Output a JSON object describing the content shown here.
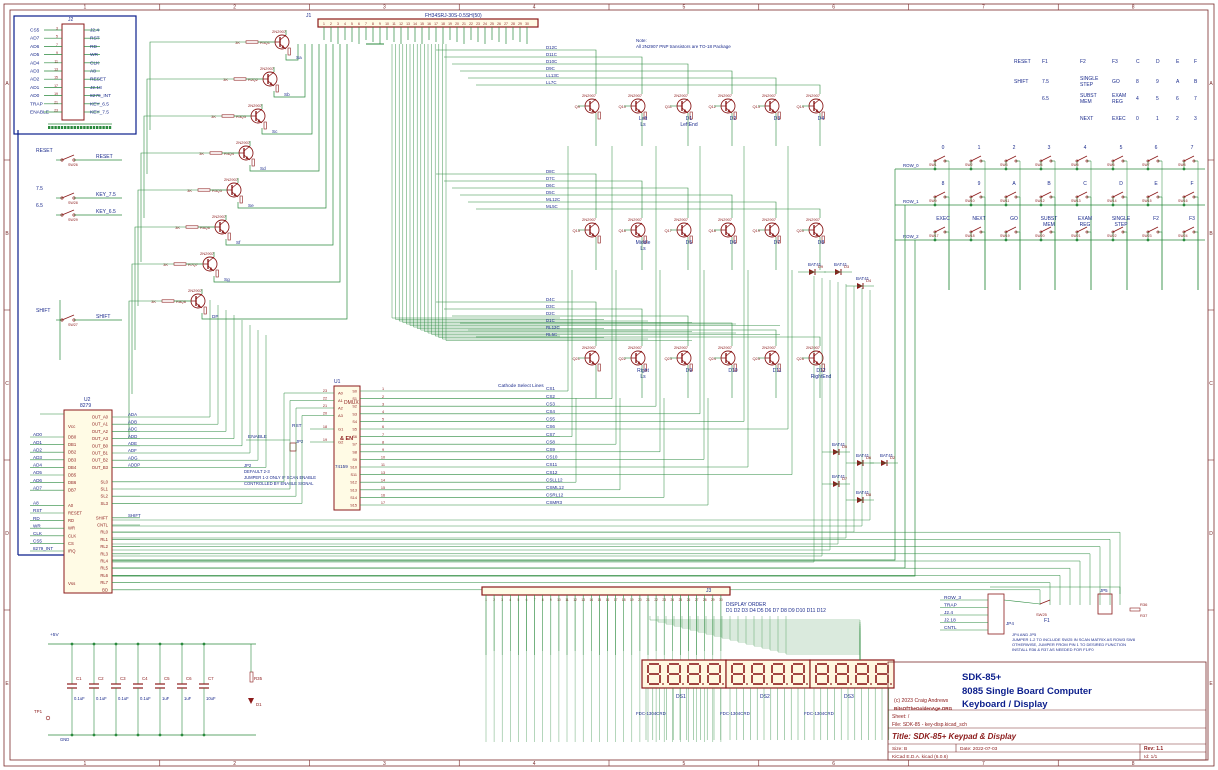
{
  "frame": {
    "cols": [
      "1",
      "2",
      "3",
      "4",
      "5",
      "6",
      "7",
      "8"
    ],
    "rows": [
      "A",
      "B",
      "C",
      "D",
      "E"
    ]
  },
  "connector_j1": {
    "ref": "J1",
    "part": "FH34SRJ-30S-0.5SH(50)"
  },
  "connector_j2": {
    "ref": "J2"
  },
  "connector_j3": {
    "ref": "J3"
  },
  "j2_left": [
    "CS5",
    "AD7",
    "AD6",
    "AD5",
    "AD4",
    "AD3",
    "AD2",
    "AD1",
    "AD0",
    "TRAP",
    "ENABLE"
  ],
  "j2_right": [
    "J2.4",
    "RST",
    "RD",
    "WR",
    "CLK",
    "A8",
    "RESET",
    "J2.18",
    "8279_INT",
    "KEY_6.5",
    "KEY_7.5"
  ],
  "note_title": "Note:",
  "note_text": "All 2N2907 PNP transistors are TO-18 Package",
  "key_legend": [
    [
      "RESET",
      "F1",
      "F2",
      "F3",
      "C",
      "D",
      "E",
      "F"
    ],
    [
      "SHIFT",
      "7.5",
      "SINGLE STEP",
      "GO",
      "8",
      "9",
      "A",
      "B"
    ],
    [
      "",
      "6.5",
      "SUBST MEM",
      "EXAM REG",
      "4",
      "5",
      "6",
      "7"
    ],
    [
      "",
      "",
      "NEXT",
      "EXEC",
      "0",
      "1",
      "2",
      "3"
    ]
  ],
  "keypad_rows": [
    {
      "net": "ROW_0",
      "keys": [
        "0",
        "1",
        "2",
        "3",
        "4",
        "5",
        "6",
        "7"
      ],
      "refs": [
        "SW1",
        "SW2",
        "SW3",
        "SW4",
        "SW5",
        "SW6",
        "SW7",
        "SW8"
      ]
    },
    {
      "net": "ROW_1",
      "keys": [
        "8",
        "9",
        "A",
        "B",
        "C",
        "D",
        "E",
        "F"
      ],
      "refs": [
        "SW9",
        "SW10",
        "SW11",
        "SW12",
        "SW13",
        "SW14",
        "SW15",
        "SW16"
      ]
    },
    {
      "net": "ROW_2",
      "keys": [
        "EXEC",
        "NEXT",
        "GO",
        "SUBST MEM",
        "EXAM REG",
        "SINGLE STEP",
        "F2",
        "F3"
      ],
      "refs": [
        "SW17",
        "SW18",
        "SW19",
        "SW20",
        "SW21",
        "SW22",
        "SW23",
        "SW24"
      ]
    }
  ],
  "left_switches": [
    {
      "label": "RESET",
      "net": "RESET",
      "ref": "SW26"
    },
    {
      "label": "7.5",
      "net": "KEY_7.5",
      "ref": "SW28"
    },
    {
      "label": "6.5",
      "net": "KEY_6.5",
      "ref": "SW29"
    },
    {
      "label": "SHIFT",
      "net": "SHIFT",
      "ref": "SW27"
    }
  ],
  "scan_transistors": [
    {
      "ref": "Q1",
      "r": "R1",
      "val": "3K",
      "net": "Sa"
    },
    {
      "ref": "Q2",
      "r": "R2",
      "val": "3K",
      "net": "Sb"
    },
    {
      "ref": "Q3",
      "r": "R3",
      "val": "3K",
      "net": "Sc"
    },
    {
      "ref": "Q4",
      "r": "R4",
      "val": "3K",
      "net": "Sd"
    },
    {
      "ref": "Q5",
      "r": "R5",
      "val": "3K",
      "net": "Se"
    },
    {
      "ref": "Q6",
      "r": "R6",
      "val": "3K",
      "net": "Sf"
    },
    {
      "ref": "Q7",
      "r": "R7",
      "val": "3K",
      "net": "Sg"
    },
    {
      "ref": "Q8",
      "r": "R8",
      "val": "3K",
      "net": "DP"
    }
  ],
  "transistor_part": "2N2907",
  "digit_rows": [
    {
      "nets": [
        "D12C",
        "D11C",
        "D10C",
        "D9C",
        "LL13C",
        "LL7C"
      ],
      "items": [
        {
          "ref": "Q9",
          "label": ""
        },
        {
          "ref": "Q10",
          "label": "Left Ls"
        },
        {
          "ref": "Q11",
          "label": "D1 LeftEnd"
        },
        {
          "ref": "Q12",
          "label": "D2"
        },
        {
          "ref": "Q13",
          "label": "D3"
        },
        {
          "ref": "Q14",
          "label": "D4"
        }
      ]
    },
    {
      "nets": [
        "D8C",
        "D7C",
        "D6C",
        "D5C",
        "ML12C",
        "ML5C"
      ],
      "items": [
        {
          "ref": "Q15",
          "label": ""
        },
        {
          "ref": "Q16",
          "label": "Middle Ls"
        },
        {
          "ref": "Q17",
          "label": "D5"
        },
        {
          "ref": "Q18",
          "label": "D6"
        },
        {
          "ref": "Q19",
          "label": "D7"
        },
        {
          "ref": "Q20",
          "label": "D8"
        }
      ]
    },
    {
      "nets": [
        "D4C",
        "D3C",
        "D2C",
        "D1C",
        "RL12C",
        "RL5C"
      ],
      "items": [
        {
          "ref": "Q21",
          "label": ""
        },
        {
          "ref": "Q22",
          "label": "Right Ls"
        },
        {
          "ref": "Q23",
          "label": "D9"
        },
        {
          "ref": "Q24",
          "label": "D10"
        },
        {
          "ref": "Q25",
          "label": "D11"
        },
        {
          "ref": "Q26",
          "label": "D12 RightEnd"
        }
      ]
    }
  ],
  "diodes": [
    {
      "ref": "D3",
      "part": "BAT41"
    },
    {
      "ref": "D4",
      "part": "BAT41"
    },
    {
      "ref": "D5",
      "part": "BAT41"
    },
    {
      "ref": "D6",
      "part": "BAT41"
    },
    {
      "ref": "D7",
      "part": "BAT41"
    },
    {
      "ref": "D8",
      "part": "BAT41"
    },
    {
      "ref": "D9",
      "part": "BAT41"
    },
    {
      "ref": "D2",
      "part": "BAT41"
    }
  ],
  "u1": {
    "ref": "U1",
    "part": "74159",
    "title": "DMUX",
    "en": "& EN",
    "in_pins": [
      [
        "23",
        "A0"
      ],
      [
        "22",
        "A1"
      ],
      [
        "21",
        "A2"
      ],
      [
        "20",
        "A3"
      ]
    ],
    "g_pins": [
      [
        "18",
        "G1"
      ],
      [
        "19",
        "G2"
      ]
    ],
    "out_pins": [
      "S0",
      "S1",
      "S2",
      "S3",
      "S4",
      "S5",
      "S6",
      "S7",
      "S8",
      "S9",
      "S10",
      "S11",
      "S12",
      "S13",
      "S14",
      "S15"
    ],
    "out_nums": [
      "1",
      "2",
      "3",
      "4",
      "5",
      "6",
      "7",
      "8",
      "9",
      "10",
      "11",
      "13",
      "14",
      "15",
      "16",
      "17"
    ]
  },
  "cathode_title": "Cathode Select Lines",
  "cathode_lines": [
    "CS1",
    "CS2",
    "CS3",
    "CS4",
    "CS5",
    "CS6",
    "CS7",
    "CS8",
    "CS9",
    "CS10",
    "CS11",
    "CS12",
    "CSLL12",
    "CSML12",
    "CSRL12",
    "CSMR3"
  ],
  "rst_label": "RST",
  "enable_label": "ENABLE",
  "jp2": {
    "ref": "JP2",
    "text1": "JP2",
    "text2": "DEFAULT 2-3",
    "text3": "JUMPER 1-2 ONLY IF SCAN ENABLE",
    "text4": "CONTROLLED BY ENABLE SIGNAL"
  },
  "u2": {
    "ref": "U2",
    "part": "8279",
    "vcc": "Vcc",
    "vss": "Vss",
    "left_pins": [
      "DB0",
      "DB1",
      "DB2",
      "DB3",
      "DB4",
      "DB5",
      "DB6",
      "DB7",
      "",
      "A0",
      "RESET",
      "RD",
      "WR",
      "CLK",
      "CS",
      "IRQ"
    ],
    "left_nets": [
      "AD0",
      "AD1",
      "AD2",
      "AD3",
      "AD4",
      "AD5",
      "AD6",
      "AD7",
      "",
      "A8",
      "RST",
      "RD",
      "WR",
      "CLK",
      "CS5",
      "8279_INT"
    ],
    "right_pins": [
      "OUT_A0",
      "OUT_A1",
      "OUT_A2",
      "OUT_A3",
      "OUT_B0",
      "OUT_B1",
      "OUT_B2",
      "OUT_B3",
      "",
      "SL0",
      "SL1",
      "SL2",
      "SL3",
      "",
      "SHIFT",
      "CNTL",
      "RL0",
      "RL1",
      "RL2",
      "RL3",
      "RL4",
      "RL5",
      "RL6",
      "RL7",
      "BD"
    ],
    "right_nets": [
      "ADA",
      "ADB",
      "ADC",
      "ADD",
      "ADE",
      "ADF",
      "ADG",
      "ADDP",
      "",
      "",
      "",
      "",
      "",
      "",
      "SHIFT",
      "",
      "",
      "",
      "",
      "",
      "",
      "",
      "",
      "",
      ""
    ]
  },
  "j3": {
    "ref": "J3",
    "title": "DISPLAY ORDER",
    "order": "D1 D2 D3 D4 D5 D6 D7 D8 D9 D10 D11 D12"
  },
  "displays": [
    {
      "ref": "DS1",
      "part": "FDC-1304CRD"
    },
    {
      "ref": "DS2",
      "part": "FDC-1304CRD"
    },
    {
      "ref": "DS3",
      "part": "FDC-1304CRD"
    }
  ],
  "jp4": {
    "ref": "JP4",
    "sw": "SW25",
    "key": "F1",
    "pins": [
      "ROW_3",
      "TRAP",
      "J2.4",
      "J2.18",
      "CNTL"
    ]
  },
  "jp5": {
    "ref": "JP5",
    "r": "R36",
    "r2": "R37"
  },
  "jp_note": [
    "JP4 AND JP5",
    "JUMPER 1-2 TO INCLUDE SW25 IN SCAN MATRIX AS ROW3 SW8",
    "OTHERWISE, JUMPER FROM PIN 1 TO DESIRED FUNCTION",
    "INSTALL R36 & R37 AS NEEDED FOR F1/F0"
  ],
  "power": {
    "rail": "+5V",
    "caps": [
      "C1",
      "C2",
      "C3",
      "C4",
      "C5",
      "C6",
      "C7"
    ],
    "cap_vals": [
      "0.1uF",
      "0.1uF",
      "0.1uF",
      "0.1uF",
      "1uF",
      "1uF",
      "10uF"
    ],
    "r": "R35",
    "led": "D1",
    "tp": "TP1",
    "gnd": "GND"
  },
  "title_block": {
    "name": "SDK-85+",
    "line2": "8085 Single Board Computer",
    "line3": "Keyboard / Display",
    "copyright": "(c) 2023 Craig Andrews",
    "site": "BitsOfTheGoldenAge.ORG",
    "sheet": "Sheet: /",
    "file": "File: SDK-85 - key-disp.kicad_sch",
    "title": "Title: SDK-85+ Keypad & Display",
    "size": "Size: B",
    "date": "Date: 2022-07-03",
    "rev": "Rev: 1.1",
    "eda": "KiCad E.D.A.  kicad (6.0.6)",
    "id": "Id: 1/1"
  },
  "colors": {
    "wire": "#2b8a3e",
    "part": "#8b1a1a",
    "text": "#1b2b8c",
    "frame": "#7a2b2b",
    "bus": "#0b1e8c",
    "seg_fill": "#fff7e0"
  }
}
